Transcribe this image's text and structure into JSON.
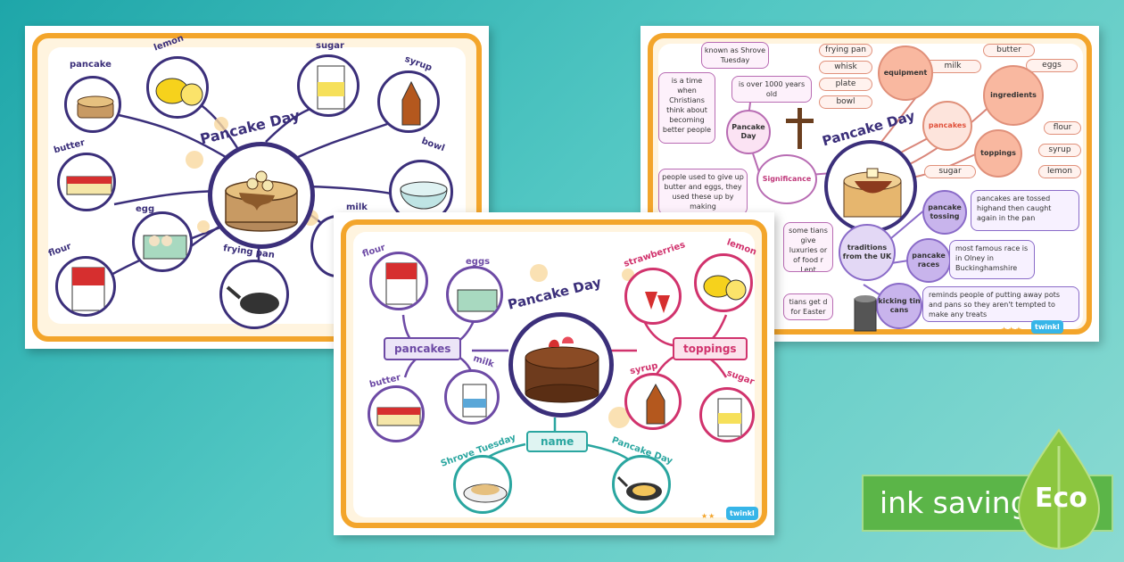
{
  "left_sheet": {
    "title": "Pancake Day",
    "labels": {
      "pancake": "pancake",
      "lemon": "lemon",
      "sugar": "sugar",
      "syrup": "syrup",
      "butter": "butter",
      "bowl": "bowl",
      "egg": "egg",
      "milk": "milk",
      "flour": "flour",
      "frying_pan": "frying pan"
    }
  },
  "right_sheet": {
    "title": "Pancake Day",
    "pills": {
      "frying_pan": "frying pan",
      "whisk": "whisk",
      "plate": "plate",
      "bowl": "bowl",
      "milk": "milk",
      "butter": "butter",
      "eggs": "eggs",
      "flour": "flour",
      "syrup": "syrup",
      "lemon": "lemon",
      "sugar": "sugar"
    },
    "nodes": {
      "equipment": "equipment",
      "ingredients": "ingredients",
      "pancakes": "pancakes",
      "toppings": "toppings",
      "significance": "Significance",
      "pancake_day": "Pancake Day",
      "traditions": "traditions from the UK",
      "pancake_tossing": "pancake tossing",
      "pancake_races": "pancake races",
      "kicking_tin_cans": "kicking tin cans"
    },
    "boxes": {
      "known_as": "known as Shrove Tuesday",
      "time_when": "is a time when Christians think about becoming better people",
      "over_1000": "is over 1000 years old",
      "people_used": "people used to give up butter and eggs, they used these up by making",
      "some": "some tians give luxuries or of food r Lent",
      "tians_get": "tians get d for Easter",
      "tossed": "pancakes are tossed highand then caught again in the pan",
      "race": "most famous race is in Olney in Buckinghamshire",
      "reminds": "reminds people of putting away pots and pans so they aren't tempted to make any treats"
    },
    "stars": "★★★",
    "brand": "twinkl"
  },
  "front_sheet": {
    "title": "Pancake Day",
    "labels": {
      "flour": "flour",
      "eggs": "eggs",
      "strawberries": "strawberries",
      "lemon": "lemon",
      "pancakes": "pancakes",
      "toppings": "toppings",
      "butter": "butter",
      "milk": "milk",
      "syrup": "syrup",
      "sugar": "sugar",
      "name": "name",
      "shrove_tuesday": "Shrove Tuesday",
      "pancake_day": "Pancake Day"
    },
    "stars": "★★",
    "brand": "twinkl"
  },
  "banner": {
    "text": "ink saving",
    "eco": "Eco",
    "colors": {
      "green": "#5bb548",
      "drop": "#8cc63f"
    }
  },
  "colors": {
    "background": "#35b9b5",
    "frame_orange": "#f3a52b",
    "navy": "#3b2f7a",
    "purple": "#6d4aa5",
    "pink": "#d1336d",
    "teal": "#2aa6a0",
    "salmon": "#f6a58b"
  }
}
